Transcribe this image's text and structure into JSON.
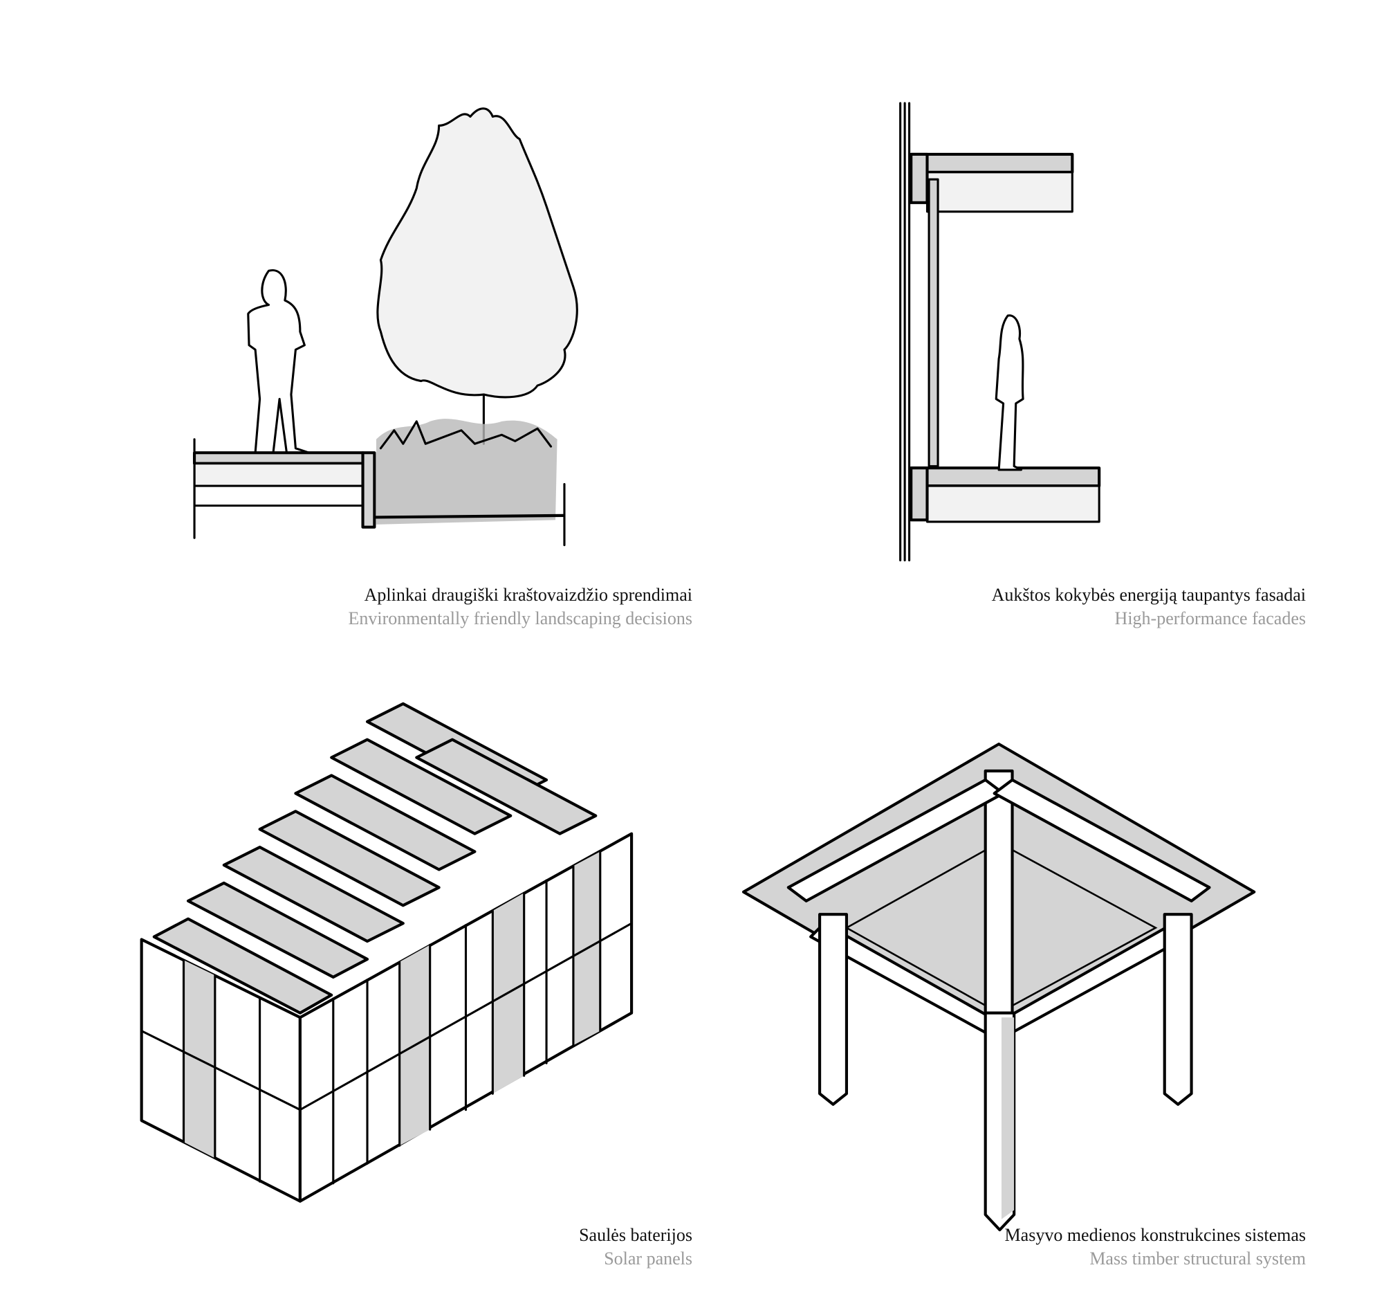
{
  "panels": [
    {
      "title_lt": "Aplinkai draugiški kraštovaizdžio sprendimai",
      "title_en": "Environmentally friendly landscaping decisions"
    },
    {
      "title_lt": "Aukštos kokybės energiją taupantys fasadai",
      "title_en": "High-performance facades"
    },
    {
      "title_lt": "Saulės baterijos",
      "title_en": "Solar panels"
    },
    {
      "title_lt": "Masyvo medienos konstrukcines sistemas",
      "title_en": "Mass timber structural system"
    }
  ],
  "colors": {
    "ink": "#000000",
    "fill_gray": "#d4d4d4",
    "caption_en": "#9a9a9a"
  }
}
